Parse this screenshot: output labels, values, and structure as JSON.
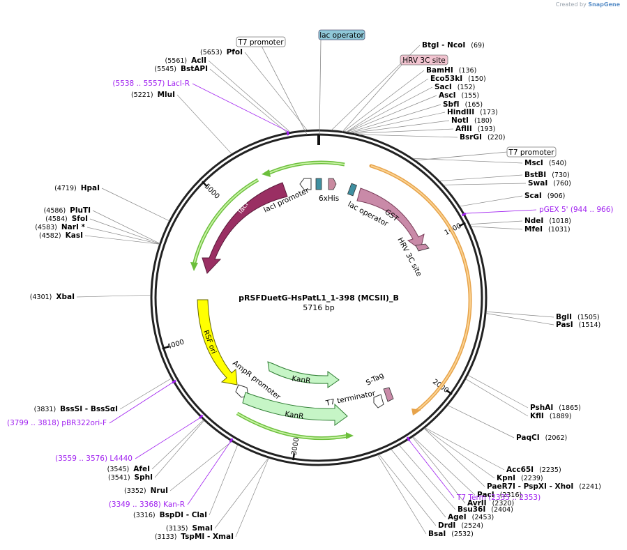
{
  "credit": {
    "prefix": "Created by",
    "brand": "SnapGene"
  },
  "plasmid": {
    "name": "pRSFDuetG-HsPatL1_1-398 (MCSII)_B",
    "length_label": "5716 bp",
    "length": 5716
  },
  "ticks": [
    {
      "pos": 1000,
      "label": "1000"
    },
    {
      "pos": 2000,
      "label": "2000"
    },
    {
      "pos": 3000,
      "label": "3000"
    },
    {
      "pos": 4000,
      "label": "4000"
    },
    {
      "pos": 5000,
      "label": "5000"
    }
  ],
  "sites": [
    {
      "name": "NcoI",
      "prefix": "BtgI",
      "pos": 69,
      "pos_label": "(69)",
      "side": "right"
    },
    {
      "name": "BamHI",
      "pos": 136,
      "pos_label": "(136)",
      "side": "right"
    },
    {
      "name": "Eco53kI",
      "pos": 150,
      "pos_label": "(150)",
      "side": "right"
    },
    {
      "name": "SacI",
      "pos": 152,
      "pos_label": "(152)",
      "side": "right"
    },
    {
      "name": "AscI",
      "pos": 155,
      "pos_label": "(155)",
      "side": "right"
    },
    {
      "name": "SbfI",
      "pos": 165,
      "pos_label": "(165)",
      "side": "right"
    },
    {
      "name": "HindIII",
      "pos": 173,
      "pos_label": "(173)",
      "side": "right"
    },
    {
      "name": "NotI",
      "pos": 180,
      "pos_label": "(180)",
      "side": "right"
    },
    {
      "name": "AflII",
      "pos": 193,
      "pos_label": "(193)",
      "side": "right"
    },
    {
      "name": "BsrGI",
      "pos": 220,
      "pos_label": "(220)",
      "side": "right"
    },
    {
      "name": "MscI",
      "pos": 540,
      "pos_label": "(540)",
      "side": "right"
    },
    {
      "name": "BstBI",
      "pos": 730,
      "pos_label": "(730)",
      "side": "right"
    },
    {
      "name": "SwaI",
      "pos": 760,
      "pos_label": "(760)",
      "side": "right"
    },
    {
      "name": "ScaI",
      "pos": 906,
      "pos_label": "(906)",
      "side": "right"
    },
    {
      "name": "NdeI",
      "pos": 1018,
      "pos_label": "(1018)",
      "side": "right"
    },
    {
      "name": "MfeI",
      "pos": 1031,
      "pos_label": "(1031)",
      "side": "right"
    },
    {
      "name": "BglI",
      "pos": 1505,
      "pos_label": "(1505)",
      "side": "right"
    },
    {
      "name": "PasI",
      "pos": 1514,
      "pos_label": "(1514)",
      "side": "right"
    },
    {
      "name": "PshAI",
      "pos": 1865,
      "pos_label": "(1865)",
      "side": "right"
    },
    {
      "name": "KflI",
      "pos": 1889,
      "pos_label": "(1889)",
      "side": "right"
    },
    {
      "name": "PaqCI",
      "pos": 2062,
      "pos_label": "(2062)",
      "side": "right"
    },
    {
      "name": "Acc65I",
      "pos": 2235,
      "pos_label": "(2235)",
      "side": "right"
    },
    {
      "name": "KpnI",
      "pos": 2239,
      "pos_label": "(2239)",
      "side": "right"
    },
    {
      "name": "XhoI",
      "prefix": "PaeR7I - PspXI",
      "pos": 2241,
      "pos_label": "(2241)",
      "side": "right"
    },
    {
      "name": "PacI",
      "pos": 2316,
      "pos_label": "(2316)",
      "side": "right"
    },
    {
      "name": "AvrII",
      "pos": 2320,
      "pos_label": "(2320)",
      "side": "right"
    },
    {
      "name": "Bsu36I",
      "pos": 2404,
      "pos_label": "(2404)",
      "side": "right"
    },
    {
      "name": "AgeI",
      "pos": 2453,
      "pos_label": "(2453)",
      "side": "right"
    },
    {
      "name": "DrdI",
      "pos": 2524,
      "pos_label": "(2524)",
      "side": "right"
    },
    {
      "name": "BsaI",
      "pos": 2532,
      "pos_label": "(2532)",
      "side": "right"
    },
    {
      "name": "XmaI",
      "prefix": "TspMI",
      "pos": 3133,
      "pos_label": "(3133)",
      "side": "left"
    },
    {
      "name": "SmaI",
      "pos": 3135,
      "pos_label": "(3135)",
      "side": "left"
    },
    {
      "name": "ClaI",
      "prefix": "BspDI",
      "pos": 3316,
      "pos_label": "(3316)",
      "side": "left"
    },
    {
      "name": "NruI",
      "pos": 3352,
      "pos_label": "(3352)",
      "side": "left"
    },
    {
      "name": "SphI",
      "pos": 3541,
      "pos_label": "(3541)",
      "side": "left"
    },
    {
      "name": "AfeI",
      "pos": 3545,
      "pos_label": "(3545)",
      "side": "left"
    },
    {
      "name": "BssSαI",
      "prefix": "BssSI",
      "pos": 3831,
      "pos_label": "(3831)",
      "side": "left"
    },
    {
      "name": "XbaI",
      "pos": 4301,
      "pos_label": "(4301)",
      "side": "left"
    },
    {
      "name": "KasI",
      "pos": 4582,
      "pos_label": "(4582)",
      "side": "left"
    },
    {
      "name": "NarI *",
      "pos": 4583,
      "pos_label": "(4583)",
      "side": "left"
    },
    {
      "name": "SfoI",
      "pos": 4584,
      "pos_label": "(4584)",
      "side": "left"
    },
    {
      "name": "PluTI",
      "pos": 4586,
      "pos_label": "(4586)",
      "side": "left"
    },
    {
      "name": "HpaI",
      "pos": 4719,
      "pos_label": "(4719)",
      "side": "left"
    },
    {
      "name": "MluI",
      "pos": 5221,
      "pos_label": "(5221)",
      "side": "left"
    },
    {
      "name": "BstAPI",
      "pos": 5545,
      "pos_label": "(5545)",
      "side": "left"
    },
    {
      "name": "AclI",
      "pos": 5561,
      "pos_label": "(5561)",
      "side": "left"
    },
    {
      "name": "PfoI",
      "pos": 5653,
      "pos_label": "(5653)",
      "side": "left"
    }
  ],
  "primers": [
    {
      "name": "pGEX 5'",
      "range": "(944 .. 966)",
      "pos": 955,
      "side": "right"
    },
    {
      "name": "T7 Term",
      "range": "(2335 .. 2353)",
      "pos": 2344,
      "side": "right"
    },
    {
      "name": "Kan-R",
      "range": "(3349 .. 3368)",
      "pos": 3358,
      "side": "left"
    },
    {
      "name": "L4440",
      "range": "(3559 .. 3576)",
      "pos": 3567,
      "side": "left"
    },
    {
      "name": "pBR322ori-F",
      "range": "(3799 .. 3818)",
      "pos": 3808,
      "side": "left"
    },
    {
      "name": "LacI-R",
      "range": "(5538 .. 5557)",
      "pos": 5547,
      "side": "left"
    }
  ],
  "boxed_features": [
    {
      "name": "T7 promoter",
      "style": "white"
    },
    {
      "name": "lac operator",
      "style": "blue"
    },
    {
      "name": "HRV 3C site",
      "style": "pink"
    },
    {
      "name": "T7 promoter",
      "style": "white"
    }
  ],
  "features": [
    {
      "name": "lacI",
      "color": "#9a2f63"
    },
    {
      "name": "lacI promoter",
      "color": "#ffffff"
    },
    {
      "name": "6xHis",
      "color": "#c98aa0"
    },
    {
      "name": "lac operator",
      "color": "#3f8fa0"
    },
    {
      "name": "GST",
      "color": "#c98aa8"
    },
    {
      "name": "HRV 3C site",
      "color": "#c98aa8"
    },
    {
      "name": "RSF ori",
      "color": "#ffff00"
    },
    {
      "name": "AmpR promoter",
      "color": "#ffffff"
    },
    {
      "name": "KanR",
      "color": "#c6f5c6"
    },
    {
      "name": "KanR",
      "color": "#c6f5c6"
    },
    {
      "name": "S-Tag",
      "color": "#c98aa8"
    },
    {
      "name": "T7 terminator",
      "color": "#ffffff"
    }
  ],
  "colors": {
    "backbone": "#222222",
    "primer": "#a020f0",
    "orf_green": "#8fd45f",
    "orf_orange": "#f0b255"
  }
}
